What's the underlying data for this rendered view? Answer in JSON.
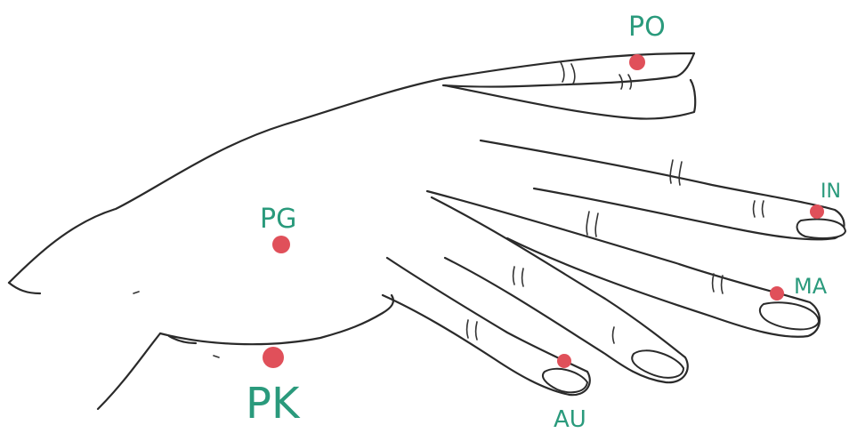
{
  "colors": {
    "point": "#e0505a",
    "label": "#2a9a7c",
    "line": "#2a2a2a"
  },
  "points": [
    {
      "id": "po",
      "label": "PO"
    },
    {
      "id": "in",
      "label": "IN"
    },
    {
      "id": "ma",
      "label": "MA"
    },
    {
      "id": "au",
      "label": "AU"
    },
    {
      "id": "pg",
      "label": "PG"
    },
    {
      "id": "pk",
      "label": "PK"
    }
  ]
}
